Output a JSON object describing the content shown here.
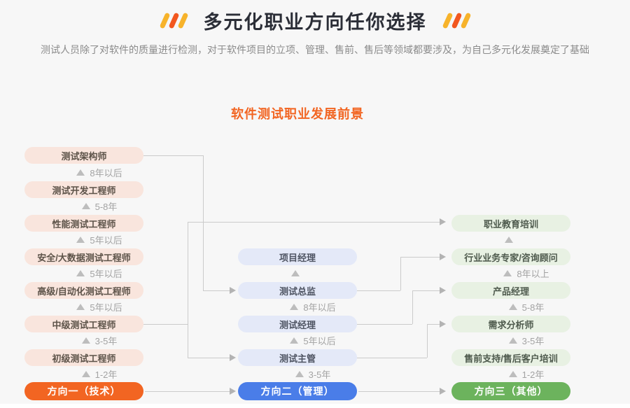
{
  "header": {
    "title": "多元化职业方向任你选择",
    "subtitle": "测试人员除了对软件的质量进行检测，对于软件项目的立项、管理、售前、售后等领域都要涉及，为自己多元化发展奠定了基础",
    "slash_colors": {
      "outer": "#f7b32b",
      "middle": "#f2571f"
    }
  },
  "diagram": {
    "title": "软件测试职业发展前景",
    "colors": {
      "tech_box_bg": "#f9e5dd",
      "mgmt_box_bg": "#e4e9f8",
      "other_box_bg": "#e8f1e3",
      "tech_button_bg": "#f26522",
      "mgmt_button_bg": "#4a7de8",
      "other_button_bg": "#6cb35d",
      "line": "#cbcbcb"
    },
    "columns": [
      {
        "name": "技术",
        "button": "方向一（技术）",
        "boxes": [
          {
            "label": "测试架构师",
            "years": "8年以后"
          },
          {
            "label": "测试开发工程师",
            "years": "5-8年"
          },
          {
            "label": "性能测试工程师",
            "years": "5年以后"
          },
          {
            "label": "安全/大数据测试工程师",
            "years": "5年以后"
          },
          {
            "label": "高级/自动化测试工程师",
            "years": "5年以后"
          },
          {
            "label": "中级测试工程师",
            "years": "3-5年"
          },
          {
            "label": "初级测试工程师",
            "years": "1-2年"
          }
        ]
      },
      {
        "name": "管理",
        "button": "方向二（管理）",
        "boxes": [
          {
            "label": "项目经理",
            "years": ""
          },
          {
            "label": "测试总监",
            "years": "8年以后"
          },
          {
            "label": "测试经理",
            "years": "5年以后"
          },
          {
            "label": "测试主管",
            "years": "3-5年"
          }
        ]
      },
      {
        "name": "其他",
        "button": "方向三（其他）",
        "boxes": [
          {
            "label": "职业教育培训",
            "years": ""
          },
          {
            "label": "行业业务专家/咨询顾问",
            "years": "8年以上"
          },
          {
            "label": "产品经理",
            "years": "5-8年"
          },
          {
            "label": "需求分析师",
            "years": "3-5年"
          },
          {
            "label": "售前支持/售后客户培训",
            "years": "1-2年"
          }
        ]
      }
    ],
    "edges": [
      {
        "from": "测试架构师",
        "to": "测试总监"
      },
      {
        "from": "中级测试工程师",
        "to": "职业教育培训"
      },
      {
        "from": "中级测试工程师",
        "to": "测试主管"
      },
      {
        "from": "测试总监",
        "to": "行业业务专家/咨询顾问"
      },
      {
        "from": "测试经理",
        "to": "产品经理"
      },
      {
        "from": "测试主管",
        "to": "需求分析师"
      },
      {
        "from": "方向一（技术）",
        "to": "方向二（管理）"
      },
      {
        "from": "方向二（管理）",
        "to": "方向三（其他）"
      }
    ]
  }
}
